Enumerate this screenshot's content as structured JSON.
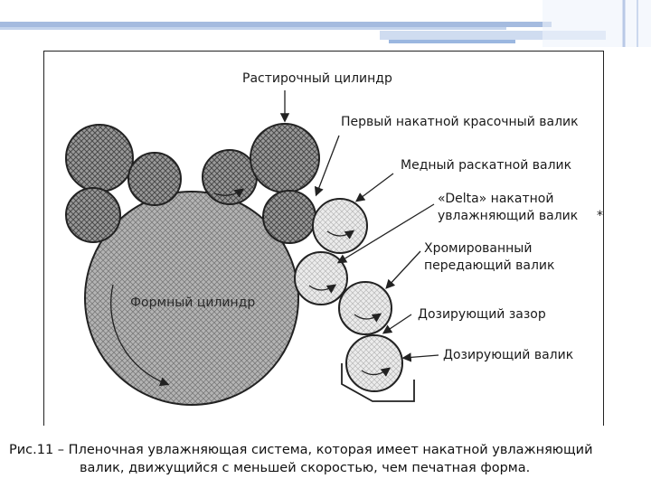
{
  "diagram": {
    "labels": {
      "anilox": "Растирочный цилиндр",
      "first_form_roller": "Первый накатной красочный валик",
      "copper_distributor": "Медный раскатной валик",
      "delta_roller_line1": "«Delta» накатной",
      "delta_roller_line2": "увлажняющий валик",
      "chrome_transfer_line1": "Хромированный",
      "chrome_transfer_line2": "передающий валик",
      "metering_gap": "Дозирующий зазор",
      "metering_roller": "Дозирующий валик",
      "plate_cylinder": "Формный цилиндр",
      "asterisk": "*"
    },
    "colors": {
      "ink_roller_fill": "#8c8c8c",
      "water_roller_fill": "#e6e6e6",
      "plate_fill": "#a8a8a8",
      "line": "#222222",
      "accent_bar": "#3a6fb0"
    }
  },
  "caption": {
    "line1": "Рис.11 – Пленочная увлажняющая система, которая имеет накатной увлажняющий",
    "line2": "валик, движущийся с меньшей скоростью, чем печатная форма."
  }
}
